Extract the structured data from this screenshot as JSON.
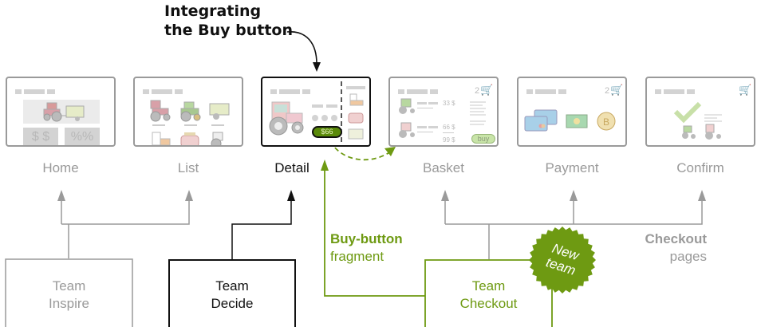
{
  "title": {
    "line1": "Integrating",
    "line2": "the Buy button"
  },
  "pages": [
    {
      "label": "Home",
      "active": false
    },
    {
      "label": "List",
      "active": false
    },
    {
      "label": "Detail",
      "active": true
    },
    {
      "label": "Basket",
      "active": false
    },
    {
      "label": "Payment",
      "active": false
    },
    {
      "label": "Confirm",
      "active": false
    }
  ],
  "home": {
    "tile_dollar": "$ $",
    "tile_percent": "%%"
  },
  "detail": {
    "price_pill": "$66"
  },
  "basket": {
    "cart_count": "2",
    "items": [
      {
        "price": "33 $"
      },
      {
        "price": "66 $"
      }
    ],
    "total": "99 $",
    "buy_label": "buy"
  },
  "payment": {
    "cart_count": "2"
  },
  "teams": [
    {
      "line1": "Team",
      "line2": "Inspire",
      "color": "#9a9a9a"
    },
    {
      "line1": "Team",
      "line2": "Decide",
      "color": "#111111"
    },
    {
      "line1": "Team",
      "line2": "Checkout",
      "color": "#6e9a12"
    }
  ],
  "fragment": {
    "bold": "Buy-button",
    "rest": "fragment"
  },
  "checkout_pages": {
    "bold": "Checkout",
    "rest": "pages"
  },
  "badge": {
    "line1": "New",
    "line2": "team",
    "color": "#6e9a12"
  },
  "colors": {
    "green": "#6e9a12",
    "gray": "#9a9a9a",
    "black": "#111111"
  }
}
